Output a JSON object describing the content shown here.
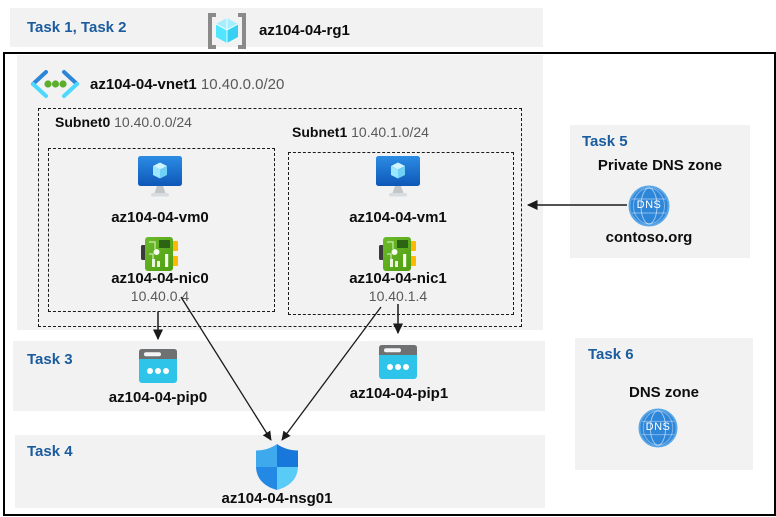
{
  "header": {
    "task_label": "Task 1, Task 2",
    "resource_group": "az104-04-rg1"
  },
  "vnet": {
    "name": "az104-04-vnet1",
    "cidr": "10.40.0.0/20"
  },
  "subnets": [
    {
      "name": "Subnet0",
      "cidr": "10.40.0.0/24",
      "vm": "az104-04-vm0",
      "nic": "az104-04-nic0",
      "ip": "10.40.0.4"
    },
    {
      "name": "Subnet1",
      "cidr": "10.40.1.0/24",
      "vm": "az104-04-vm1",
      "nic": "az104-04-nic1",
      "ip": "10.40.1.4"
    }
  ],
  "task3": {
    "label": "Task 3",
    "pips": [
      "az104-04-pip0",
      "az104-04-pip1"
    ]
  },
  "task4": {
    "label": "Task 4",
    "nsg": "az104-04-nsg01"
  },
  "task5": {
    "label": "Task 5",
    "title": "Private DNS zone",
    "zone": "contoso.org",
    "dns_icon_text": "DNS"
  },
  "task6": {
    "label": "Task 6",
    "title": "DNS zone",
    "dns_icon_text": "DNS"
  },
  "colors": {
    "task_label_blue": "#1A5C9E",
    "panel_gray": "#F2F2F2",
    "line_black": "#1a1a1a",
    "gray_text": "#595959",
    "azure_blue": "#1B7FE0",
    "cyan": "#2EC4EA",
    "nic_green": "#5FAF1E",
    "connector_yellow": "#FFB900"
  }
}
